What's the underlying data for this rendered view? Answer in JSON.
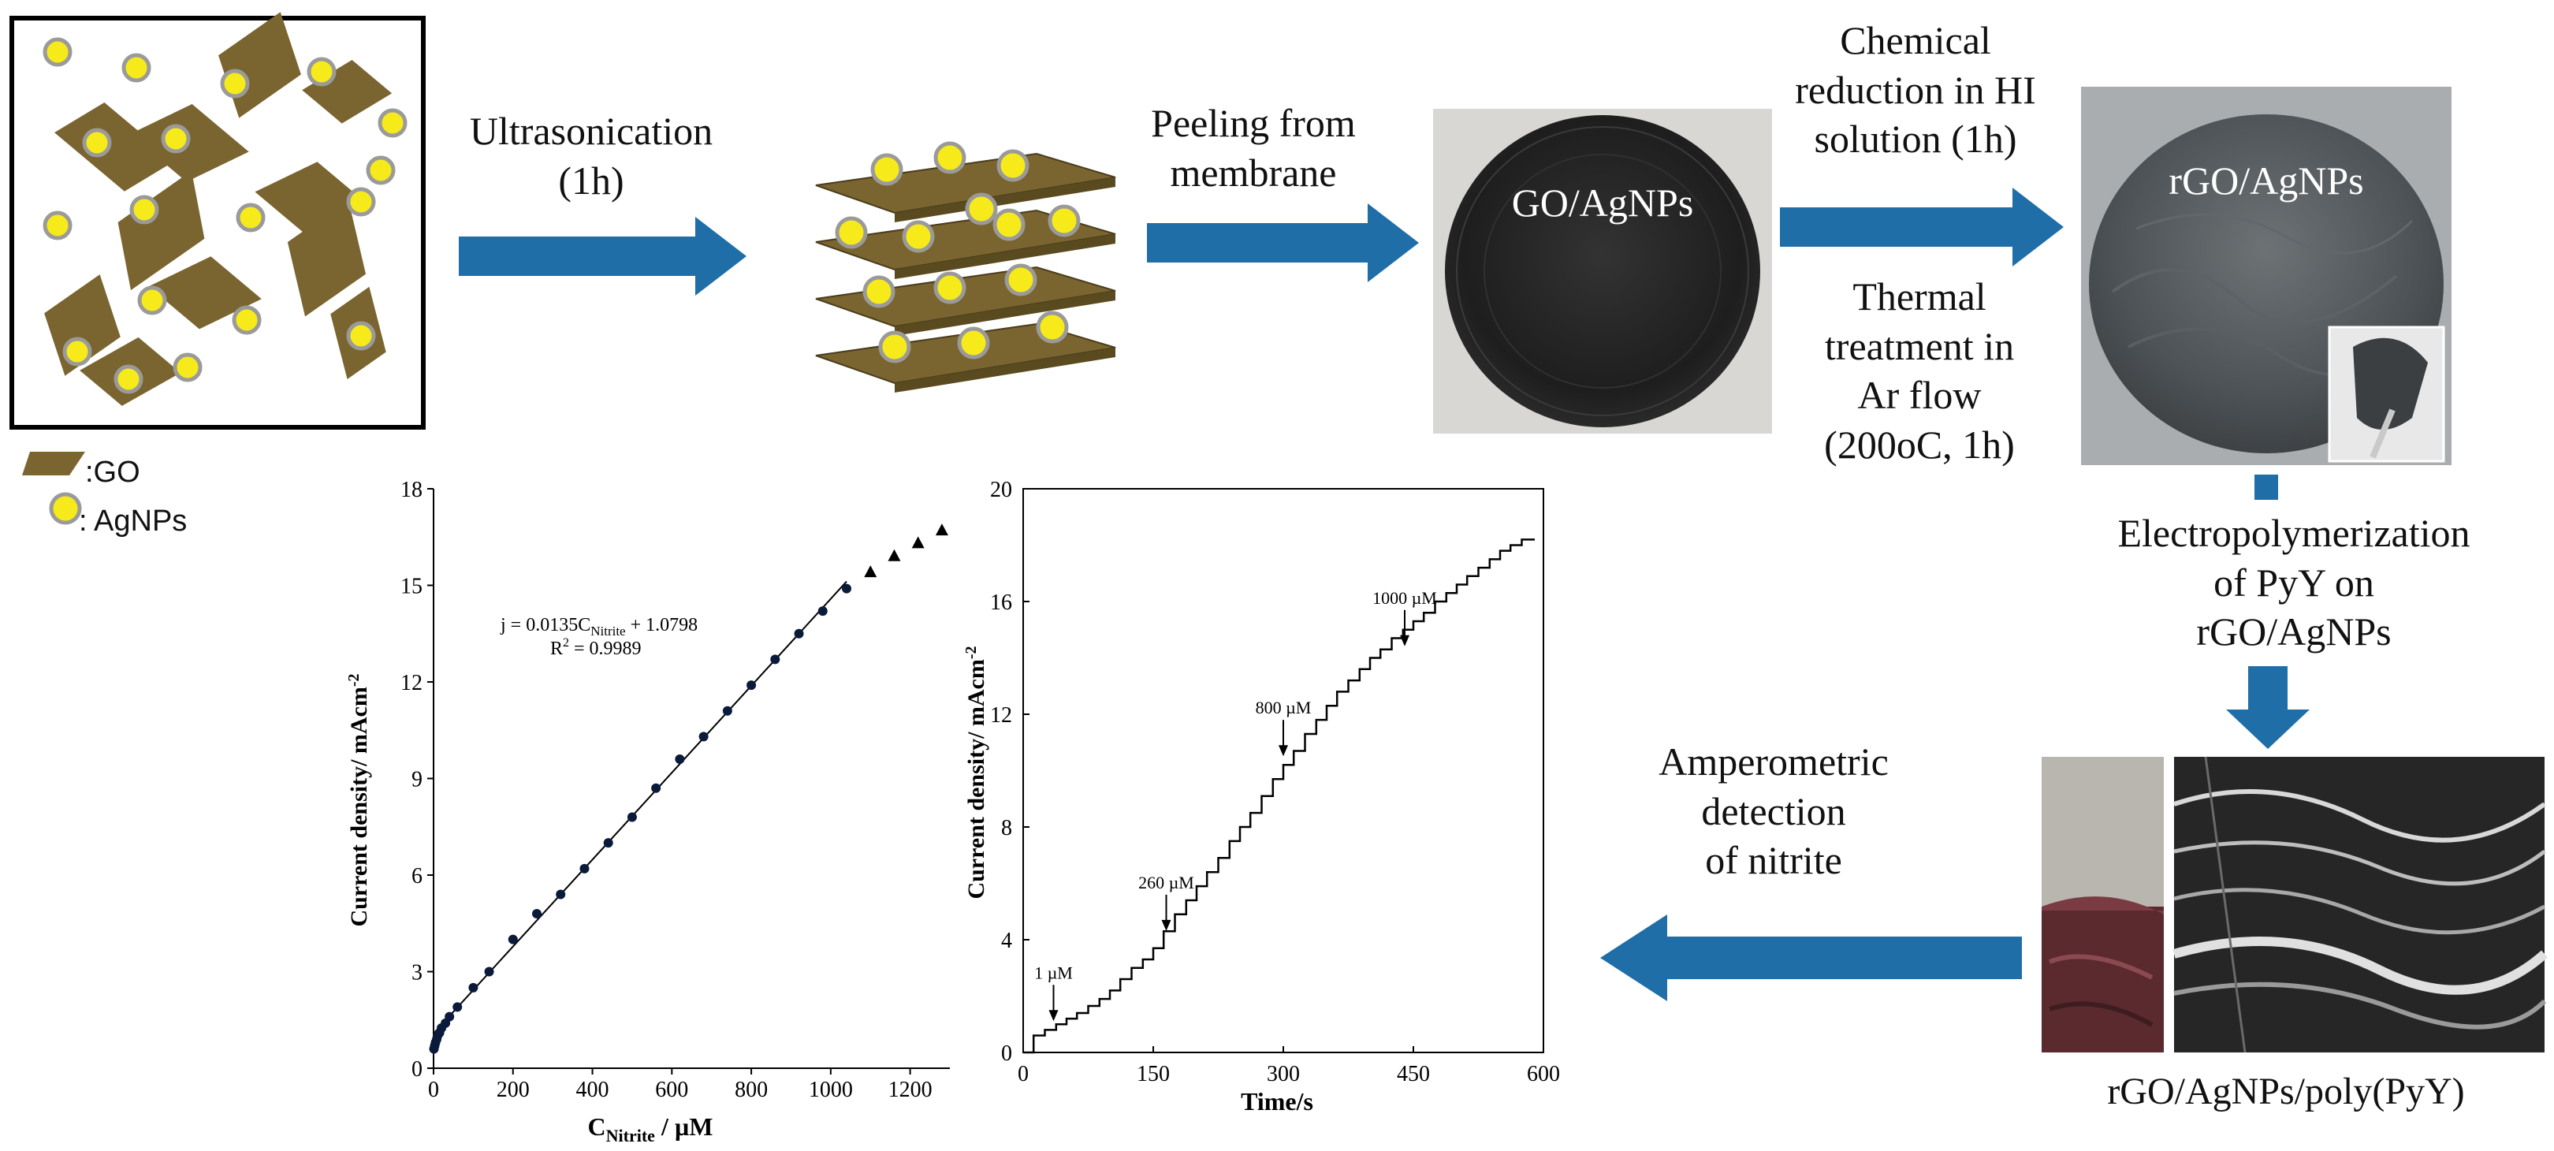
{
  "steps": {
    "ultrasonication": [
      "Ultrasonication",
      "(1h)"
    ],
    "peeling": [
      "Peeling from",
      "membrane"
    ],
    "chemical": [
      "Chemical",
      "reduction in HI",
      "solution (1h)"
    ],
    "thermal": [
      "Thermal",
      "treatment in",
      "Ar flow",
      "(200oC, 1h)"
    ],
    "electropoly": [
      "Electropolymerization",
      "of PyY on",
      "rGO/AgNPs"
    ],
    "amperometric": [
      "Amperometric",
      "detection",
      "of nitrite"
    ]
  },
  "photos": {
    "go_agnps": "GO/AgNPs",
    "rgo_agnps": "rGO/AgNPs",
    "final": "rGO/AgNPs/poly(PyY)"
  },
  "legend": {
    "go": ":GO",
    "agnps": ": AgNPs"
  },
  "colors": {
    "flake": "#7a6530",
    "particle": "#f7ea1a",
    "arrow": "#1f6ea8"
  },
  "chart_data": [
    {
      "type": "scatter",
      "xlabel": "C",
      "xlabel_sub": "Nitrite",
      "xlabel_unit": " / µM",
      "ylabel": "Current density/ mAcm",
      "ylabel_sup": "-2",
      "xlim": [
        0,
        1300
      ],
      "ylim": [
        0,
        18
      ],
      "xticks": [
        0,
        200,
        400,
        600,
        800,
        1000,
        1200
      ],
      "yticks": [
        0,
        3,
        6,
        9,
        12,
        15,
        18
      ],
      "fit": {
        "slope": 0.0135,
        "intercept": 1.0798,
        "x_range": [
          0,
          1040
        ]
      },
      "equation": "j = 0.0135C",
      "equation_sub": "Nitrite",
      "equation_tail": " + 1.0798",
      "r2": "R",
      "r2_sup": "2",
      "r2_tail": " = 0.9989",
      "series": [
        {
          "marker": "circle",
          "x": [
            1,
            3,
            5,
            8,
            10,
            15,
            20,
            30,
            40,
            60,
            100,
            140,
            200,
            260,
            320,
            380,
            440,
            500,
            560,
            620,
            680,
            740,
            800,
            860,
            920,
            980,
            1040
          ],
          "y": [
            0.6,
            0.7,
            0.8,
            0.9,
            1.0,
            1.1,
            1.25,
            1.4,
            1.6,
            1.9,
            2.5,
            3.0,
            4.0,
            4.8,
            5.4,
            6.2,
            7.0,
            7.8,
            8.7,
            9.6,
            10.3,
            11.1,
            11.9,
            12.7,
            13.5,
            14.2,
            14.9
          ]
        },
        {
          "marker": "triangle",
          "x": [
            1100,
            1160,
            1220,
            1280
          ],
          "y": [
            15.4,
            15.9,
            16.3,
            16.7
          ]
        }
      ]
    },
    {
      "type": "line",
      "xlabel": "Time/s",
      "ylabel": "Current density/ mAcm",
      "ylabel_sup": "-2",
      "xlim": [
        0,
        600
      ],
      "ylim": [
        0,
        20
      ],
      "xticks": [
        0,
        150,
        300,
        450,
        600
      ],
      "yticks": [
        0,
        4,
        8,
        12,
        16,
        20
      ],
      "annotations": [
        {
          "text": "1 µM",
          "x": 35,
          "y": 1.0
        },
        {
          "text": "260 µM",
          "x": 165,
          "y": 4.2
        },
        {
          "text": "800 µM",
          "x": 300,
          "y": 10.4
        },
        {
          "text": "1000 µM",
          "x": 440,
          "y": 14.3
        }
      ],
      "steps": [
        [
          0,
          0
        ],
        [
          12,
          0
        ],
        [
          12,
          0.6
        ],
        [
          25,
          0.6
        ],
        [
          25,
          0.8
        ],
        [
          38,
          0.8
        ],
        [
          38,
          1.0
        ],
        [
          50,
          1.0
        ],
        [
          50,
          1.2
        ],
        [
          62,
          1.2
        ],
        [
          62,
          1.4
        ],
        [
          75,
          1.4
        ],
        [
          75,
          1.65
        ],
        [
          88,
          1.65
        ],
        [
          88,
          1.9
        ],
        [
          100,
          1.9
        ],
        [
          100,
          2.2
        ],
        [
          112,
          2.2
        ],
        [
          112,
          2.6
        ],
        [
          125,
          2.6
        ],
        [
          125,
          3.0
        ],
        [
          138,
          3.0
        ],
        [
          138,
          3.3
        ],
        [
          150,
          3.3
        ],
        [
          150,
          3.7
        ],
        [
          162,
          3.7
        ],
        [
          162,
          4.3
        ],
        [
          175,
          4.3
        ],
        [
          175,
          4.9
        ],
        [
          188,
          4.9
        ],
        [
          188,
          5.4
        ],
        [
          200,
          5.4
        ],
        [
          200,
          5.9
        ],
        [
          212,
          5.9
        ],
        [
          212,
          6.4
        ],
        [
          225,
          6.4
        ],
        [
          225,
          6.9
        ],
        [
          238,
          6.9
        ],
        [
          238,
          7.5
        ],
        [
          250,
          7.5
        ],
        [
          250,
          8.0
        ],
        [
          262,
          8.0
        ],
        [
          262,
          8.5
        ],
        [
          275,
          8.5
        ],
        [
          275,
          9.1
        ],
        [
          288,
          9.1
        ],
        [
          288,
          9.7
        ],
        [
          300,
          9.7
        ],
        [
          300,
          10.2
        ],
        [
          312,
          10.2
        ],
        [
          312,
          10.7
        ],
        [
          325,
          10.7
        ],
        [
          325,
          11.3
        ],
        [
          338,
          11.3
        ],
        [
          338,
          11.8
        ],
        [
          350,
          11.8
        ],
        [
          350,
          12.3
        ],
        [
          362,
          12.3
        ],
        [
          362,
          12.8
        ],
        [
          375,
          12.8
        ],
        [
          375,
          13.2
        ],
        [
          388,
          13.2
        ],
        [
          388,
          13.6
        ],
        [
          400,
          13.6
        ],
        [
          400,
          14.0
        ],
        [
          412,
          14.0
        ],
        [
          412,
          14.3
        ],
        [
          425,
          14.3
        ],
        [
          425,
          14.7
        ],
        [
          438,
          14.7
        ],
        [
          438,
          15.0
        ],
        [
          450,
          15.0
        ],
        [
          450,
          15.3
        ],
        [
          462,
          15.3
        ],
        [
          462,
          15.6
        ],
        [
          475,
          15.6
        ],
        [
          475,
          16.0
        ],
        [
          488,
          16.0
        ],
        [
          488,
          16.3
        ],
        [
          500,
          16.3
        ],
        [
          500,
          16.6
        ],
        [
          512,
          16.6
        ],
        [
          512,
          16.9
        ],
        [
          525,
          16.9
        ],
        [
          525,
          17.2
        ],
        [
          538,
          17.2
        ],
        [
          538,
          17.5
        ],
        [
          550,
          17.5
        ],
        [
          550,
          17.8
        ],
        [
          562,
          17.8
        ],
        [
          562,
          18.0
        ],
        [
          575,
          18.0
        ],
        [
          575,
          18.2
        ],
        [
          590,
          18.2
        ]
      ]
    }
  ]
}
